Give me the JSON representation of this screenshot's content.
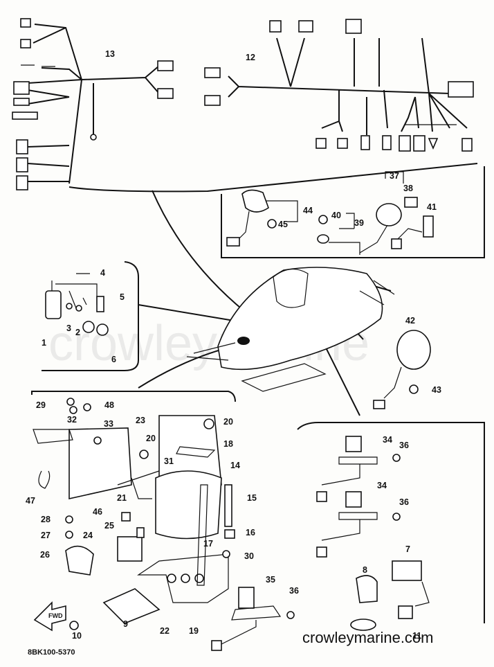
{
  "diagram": {
    "drawing_number": "8BK100-5370",
    "watermark": "crowleymarine",
    "site_label": "crowleymarine.com",
    "front_arrow_label": "FWD",
    "callouts": [
      {
        "id": "c13",
        "text": "13"
      },
      {
        "id": "c12",
        "text": "12"
      },
      {
        "id": "c37",
        "text": "37"
      },
      {
        "id": "c38",
        "text": "38"
      },
      {
        "id": "c44",
        "text": "44"
      },
      {
        "id": "c40",
        "text": "40"
      },
      {
        "id": "c41",
        "text": "41"
      },
      {
        "id": "c45",
        "text": "45"
      },
      {
        "id": "c39",
        "text": "39"
      },
      {
        "id": "c4",
        "text": "4"
      },
      {
        "id": "c5",
        "text": "5"
      },
      {
        "id": "c3",
        "text": "3"
      },
      {
        "id": "c2",
        "text": "2"
      },
      {
        "id": "c1",
        "text": "1"
      },
      {
        "id": "c6",
        "text": "6"
      },
      {
        "id": "c42",
        "text": "42"
      },
      {
        "id": "c43",
        "text": "43"
      },
      {
        "id": "c29",
        "text": "29"
      },
      {
        "id": "c48",
        "text": "48"
      },
      {
        "id": "c32",
        "text": "32"
      },
      {
        "id": "c33",
        "text": "33"
      },
      {
        "id": "c23",
        "text": "23"
      },
      {
        "id": "c20a",
        "text": "20"
      },
      {
        "id": "c18",
        "text": "18"
      },
      {
        "id": "c20b",
        "text": "20"
      },
      {
        "id": "c31",
        "text": "31"
      },
      {
        "id": "c14",
        "text": "14"
      },
      {
        "id": "c47",
        "text": "47"
      },
      {
        "id": "c21",
        "text": "21"
      },
      {
        "id": "c15",
        "text": "15"
      },
      {
        "id": "c46",
        "text": "46"
      },
      {
        "id": "c28",
        "text": "28"
      },
      {
        "id": "c25",
        "text": "25"
      },
      {
        "id": "c27",
        "text": "27"
      },
      {
        "id": "c24",
        "text": "24"
      },
      {
        "id": "c16",
        "text": "16"
      },
      {
        "id": "c17",
        "text": "17"
      },
      {
        "id": "c26",
        "text": "26"
      },
      {
        "id": "c30",
        "text": "30"
      },
      {
        "id": "c34a",
        "text": "34"
      },
      {
        "id": "c36a",
        "text": "36"
      },
      {
        "id": "c34b",
        "text": "34"
      },
      {
        "id": "c36b",
        "text": "36"
      },
      {
        "id": "c7",
        "text": "7"
      },
      {
        "id": "c8",
        "text": "8"
      },
      {
        "id": "c35",
        "text": "35"
      },
      {
        "id": "c36c",
        "text": "36"
      },
      {
        "id": "c9",
        "text": "9"
      },
      {
        "id": "c10",
        "text": "10"
      },
      {
        "id": "c22",
        "text": "22"
      },
      {
        "id": "c19",
        "text": "19"
      },
      {
        "id": "c11",
        "text": "11"
      }
    ]
  }
}
